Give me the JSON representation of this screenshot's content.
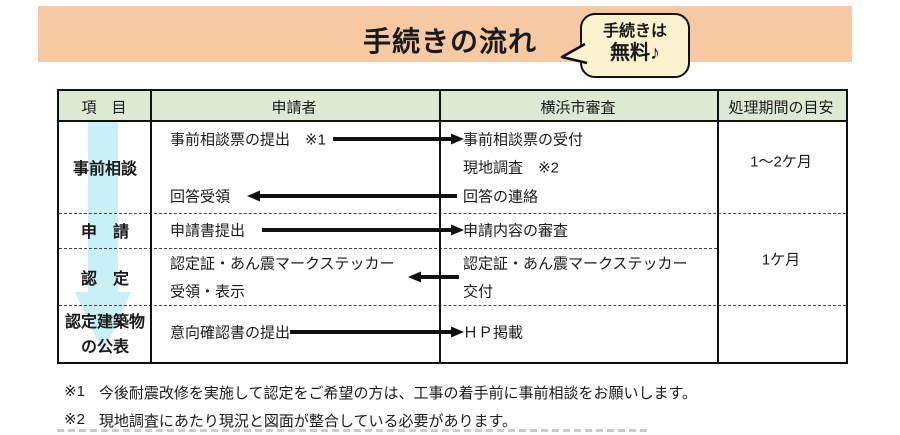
{
  "banner": {
    "title": "手続きの流れ",
    "bubble": {
      "line1": "手続きは",
      "line2": "無料♪"
    }
  },
  "table": {
    "headers": {
      "item": "項　目",
      "applicant": "申請者",
      "city": "横浜市審査",
      "period": "処理期間の目安"
    },
    "rows": {
      "prior": {
        "label": "事前相談",
        "applicant_submit": "事前相談票の提出　※1",
        "applicant_receive": "回答受領",
        "city_accept": "事前相談票の受付",
        "city_survey": "現地調査　※2",
        "city_reply": "回答の連絡",
        "period": "1～2ケ月"
      },
      "apply": {
        "label": "申　請",
        "applicant_submit": "申請書提出",
        "city_review": "申請内容の審査"
      },
      "certify": {
        "label": "認　定",
        "applicant_line1": "認定証・あん震マークステッカー",
        "applicant_line2": "受領・表示",
        "city_line1": "認定証・あん震マークステッカー",
        "city_line2": "交付",
        "period": "1ケ月"
      },
      "publish": {
        "label_line1": "認定建築物",
        "label_line2": "の公表",
        "applicant_submit": "意向確認書の提出",
        "city_post": "ＨＰ掲載"
      }
    }
  },
  "footnotes": [
    {
      "marker": "※1",
      "text": "今後耐震改修を実施して認定をご希望の方は、工事の着手前に事前相談をお願いします。"
    },
    {
      "marker": "※2",
      "text": "現地調査にあたり現況と図面が整合している必要があります。"
    }
  ],
  "colors": {
    "banner_bg": "#F6C9A2",
    "table_header_bg": "#DDE9D3",
    "flow_arrow_cyan": "#C9F0F5",
    "bubble_bg": "#FBF3D0",
    "border_black": "#111111"
  }
}
